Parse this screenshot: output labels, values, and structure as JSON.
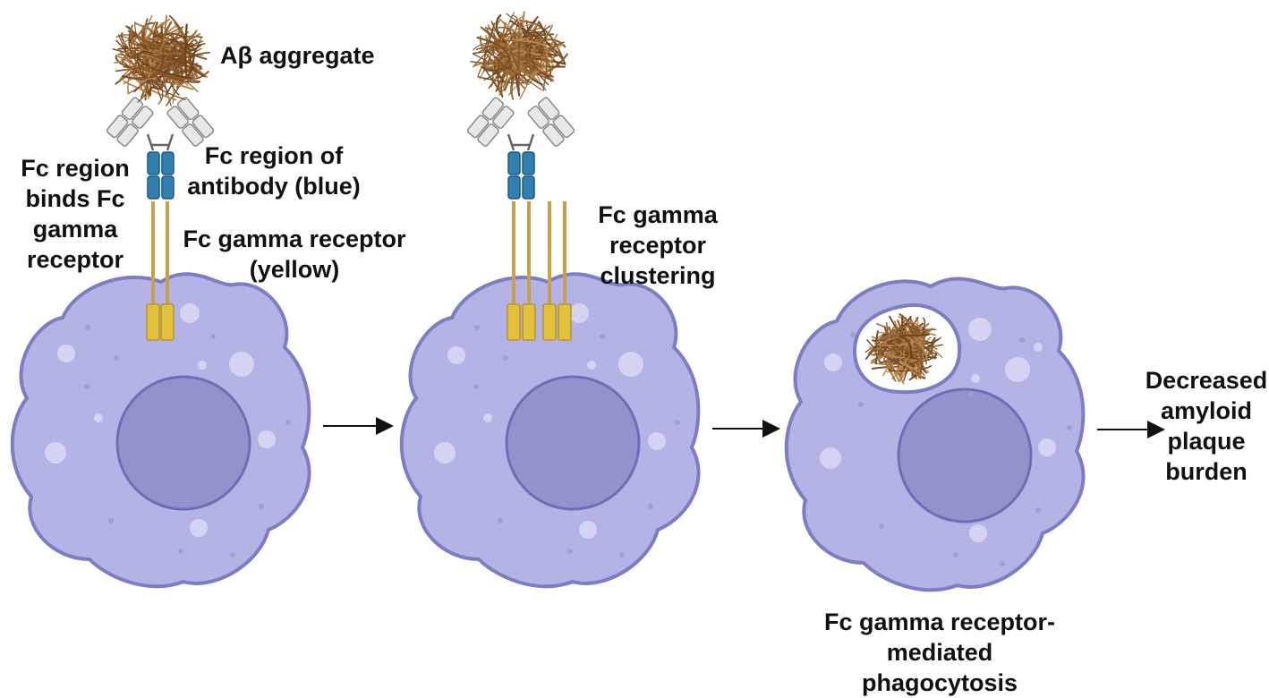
{
  "labels": {
    "abeta_aggregate": "Aβ aggregate",
    "fc_region_binds": "Fc region\nbinds Fc\ngamma\nreceptor",
    "fc_region_antibody": "Fc region of\nantibody (blue)",
    "fc_gamma_receptor_yellow": "Fc gamma receptor\n(yellow)",
    "receptor_clustering": "Fc gamma\nreceptor\nclustering",
    "phagocytosis": "Fc gamma receptor-\nmediated phagocytosis",
    "decreased_burden": "Decreased\namyloid\nplaque\nburden"
  },
  "colors": {
    "cell_fill": "#b3b3e6",
    "cell_stroke": "#7d7dc4",
    "nucleus_fill": "#9292cc",
    "nucleus_stroke": "#6e6eb8",
    "vesicle": "#d4d4f2",
    "antibody_fc_blue": "#2f7fb0",
    "antibody_fab_grey": "#e8e8e8",
    "receptor_yellow": "#e3c13a",
    "receptor_stalk": "#c8a04a",
    "amyloid_brown": "#8b5a2b",
    "arrow": "#111111"
  }
}
